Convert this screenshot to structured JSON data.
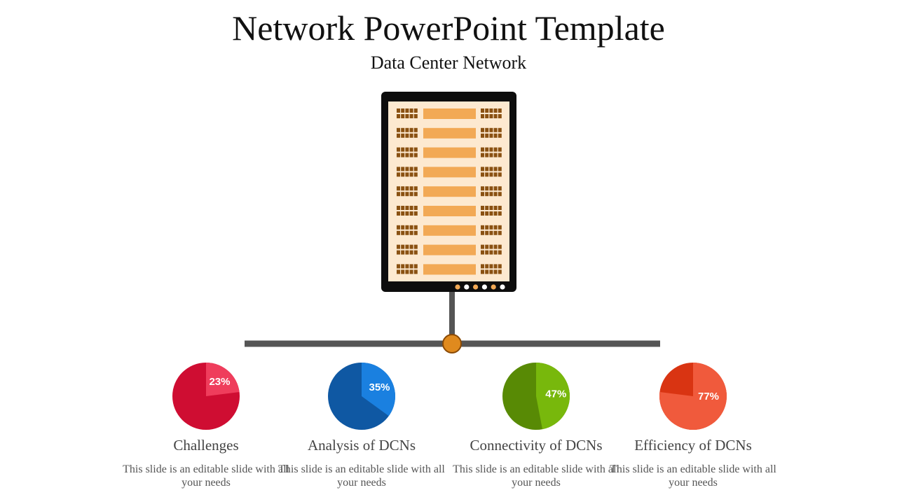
{
  "title": "Network PowerPoint Template",
  "subtitle": "Data Center Network",
  "icons": {
    "server": "server-rack-icon",
    "connector": "orange-node-icon"
  },
  "colors": {
    "rack_frame": "#0d0d0d",
    "rack_panel": "#fde9d0",
    "rack_bar": "#f2a955",
    "rack_grid": "#8a5112",
    "connector_line": "#555555",
    "node": "#e08a1e"
  },
  "chart_data": [
    {
      "type": "pie",
      "label": "Challenges",
      "value": 23,
      "value_label": "23%",
      "description": "This slide is an editable slide with all your needs",
      "colors": {
        "main": "#cf0d32",
        "highlight": "#ef3d5c"
      }
    },
    {
      "type": "pie",
      "label": "Analysis of DCNs",
      "value": 35,
      "value_label": "35%",
      "description": "This slide is an editable slide with all your needs",
      "colors": {
        "main": "#0f58a3",
        "highlight": "#1a80e0"
      }
    },
    {
      "type": "pie",
      "label": "Connectivity  of DCNs",
      "value": 47,
      "value_label": "47%",
      "description": "This slide is an editable slide with all your needs",
      "colors": {
        "main": "#588a05",
        "highlight": "#78b80c"
      }
    },
    {
      "type": "pie",
      "label": "Efficiency of DCNs",
      "value": 77,
      "value_label": "77%",
      "description": "This slide is an editable slide with all your needs",
      "colors": {
        "main": "#d93412",
        "highlight": "#f05a3c"
      }
    }
  ]
}
